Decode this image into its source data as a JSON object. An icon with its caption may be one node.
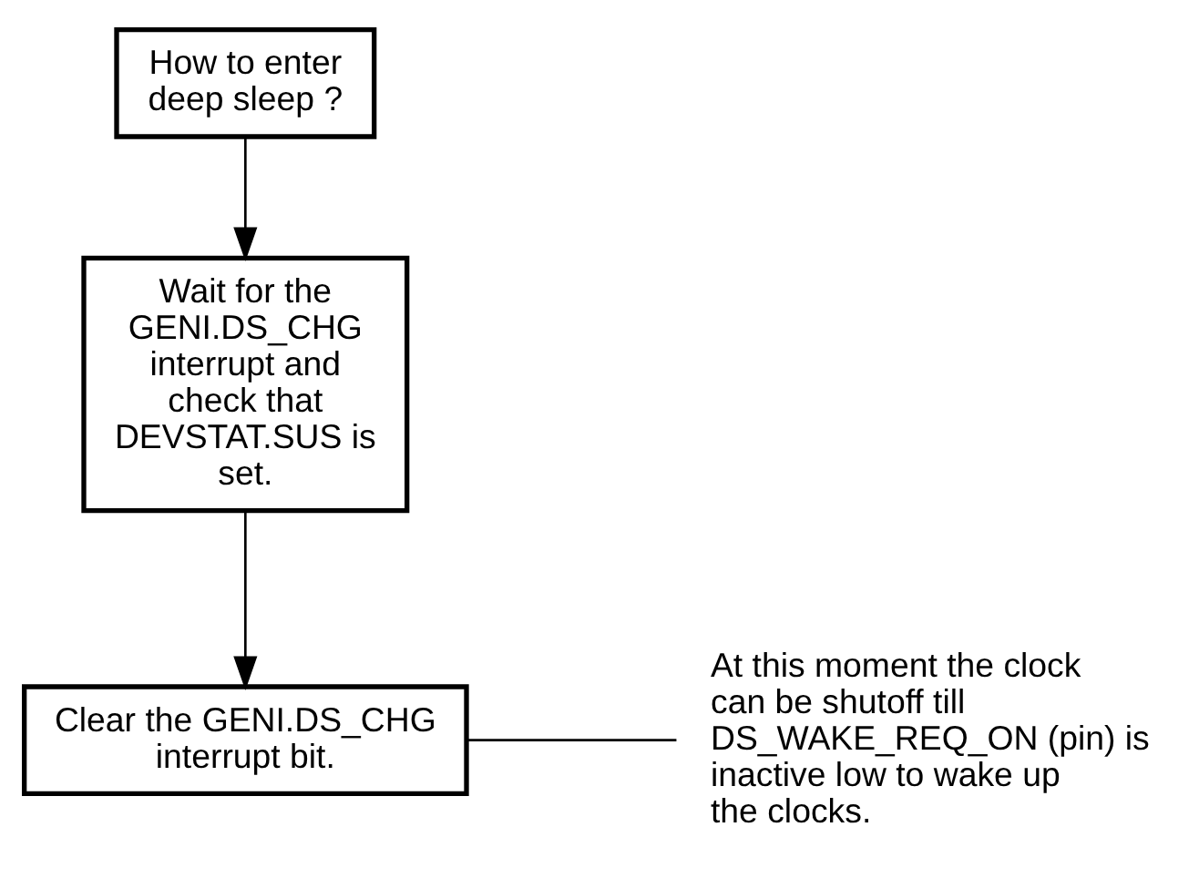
{
  "diagram": {
    "nodes": [
      {
        "text": [
          "How to enter deep sleep ?"
        ]
      },
      {
        "text": [
          "Wait for the GENI.DS_CHG interrupt and check that DEVSTAT.SUS is set."
        ]
      },
      {
        "text": [
          "Clear the GENI.DS_CHG interrupt bit."
        ]
      },
      {
        "text": [
          "At this moment the clock can be shutoff till DS_WAKE_REQ_ON (pin) is inactive low to wake up the clocks."
        ]
      }
    ],
    "edges": [
      {
        "from": 0,
        "to": 1,
        "arrow": "to"
      },
      {
        "from": 1,
        "to": 2,
        "arrow": "to"
      },
      {
        "from": 3,
        "to": 2,
        "arrow": "none"
      }
    ]
  }
}
